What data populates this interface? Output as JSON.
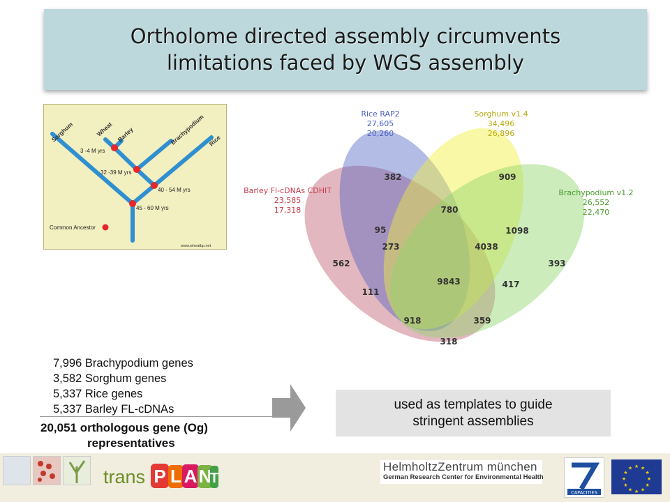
{
  "title": {
    "line1": "Ortholome directed assembly circumvents",
    "line2": "limitations faced by WGS assembly"
  },
  "tree": {
    "species": [
      "Sorghum",
      "Wheat",
      "Barley",
      "Brachypodium",
      "Rice"
    ],
    "divergence_times": [
      "3 -4 M yrs",
      "32 -39 M yrs",
      "40 - 54 M yrs",
      "45 - 60 M yrs"
    ],
    "legend": "Common Ancestor",
    "credit": "www.wheatbp.net",
    "colors": {
      "branch": "#2f8fd0",
      "node": "#e8262b",
      "background": "#f2efc0"
    }
  },
  "venn": {
    "sets": [
      {
        "name": "Rice RAP2",
        "counts": [
          "27,605",
          "20,260"
        ],
        "color": "#4a5fc1"
      },
      {
        "name": "Sorghum v1.4",
        "counts": [
          "34,496",
          "26,896"
        ],
        "color": "#f2f03a"
      },
      {
        "name": "Barley Fl-cDNAs CDHIT",
        "counts": [
          "23,585",
          "17,318"
        ],
        "color": "#c06070"
      },
      {
        "name": "Brachypodium v1.2",
        "counts": [
          "26,552",
          "22,470"
        ],
        "color": "#8fd56a"
      }
    ],
    "regions": [
      "382",
      "909",
      "780",
      "1098",
      "95",
      "273",
      "4038",
      "562",
      "393",
      "9843",
      "111",
      "417",
      "918",
      "359",
      "318"
    ]
  },
  "gene_list": [
    "7,996 Brachypodium genes",
    "3,582 Sorghum genes",
    "5,337 Rice genes",
    "5,337 Barley FL-cDNAs"
  ],
  "total": {
    "line1": "20,051 orthologous gene (Og)",
    "line2": "representatives"
  },
  "templates": {
    "line1": "used as templates to guide",
    "line2": "stringent assemblies"
  },
  "footer": {
    "transplant_prefix": "trans",
    "transplant_letters": [
      "P",
      "L",
      "A",
      "N",
      "T"
    ],
    "helmholtz_name": "HelmholtzZentrum münchen",
    "helmholtz_sub": "German Research Center for Environmental Health",
    "fp7_label": "CAPACITIES",
    "eu_color": "#1f3a93"
  }
}
